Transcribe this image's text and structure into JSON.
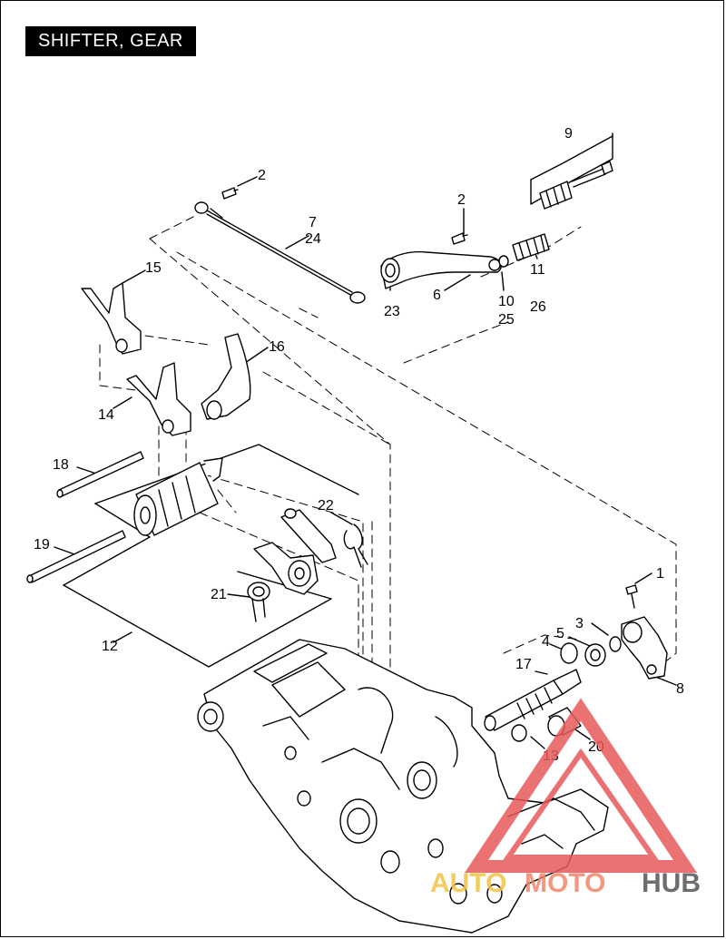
{
  "title": "SHIFTER, GEAR",
  "callouts": [
    {
      "id": "c1",
      "text": "1"
    },
    {
      "id": "c2a",
      "text": "2"
    },
    {
      "id": "c2b",
      "text": "2"
    },
    {
      "id": "c3",
      "text": "3"
    },
    {
      "id": "c4",
      "text": "4"
    },
    {
      "id": "c5",
      "text": "5"
    },
    {
      "id": "c6",
      "text": "6"
    },
    {
      "id": "c7",
      "text": "7"
    },
    {
      "id": "c24",
      "text": "24"
    },
    {
      "id": "c8",
      "text": "8"
    },
    {
      "id": "c9",
      "text": "9"
    },
    {
      "id": "c10",
      "text": "10"
    },
    {
      "id": "c25",
      "text": "25"
    },
    {
      "id": "c11",
      "text": "11"
    },
    {
      "id": "c26",
      "text": "26"
    },
    {
      "id": "c12",
      "text": "12"
    },
    {
      "id": "c13",
      "text": "13"
    },
    {
      "id": "c14",
      "text": "14"
    },
    {
      "id": "c15",
      "text": "15"
    },
    {
      "id": "c16",
      "text": "16"
    },
    {
      "id": "c17",
      "text": "17"
    },
    {
      "id": "c18",
      "text": "18"
    },
    {
      "id": "c19",
      "text": "19"
    },
    {
      "id": "c20",
      "text": "20"
    },
    {
      "id": "c21",
      "text": "21"
    },
    {
      "id": "c22",
      "text": "22"
    },
    {
      "id": "c23",
      "text": "23"
    }
  ],
  "watermark": {
    "part1": "AUTO",
    "part2": "MOTO",
    "part3": "HUB",
    "color_auto": "#f5c242",
    "color_moto": "#f0876a",
    "color_hub": "#555555",
    "triangle_color": "#e85a5a"
  }
}
